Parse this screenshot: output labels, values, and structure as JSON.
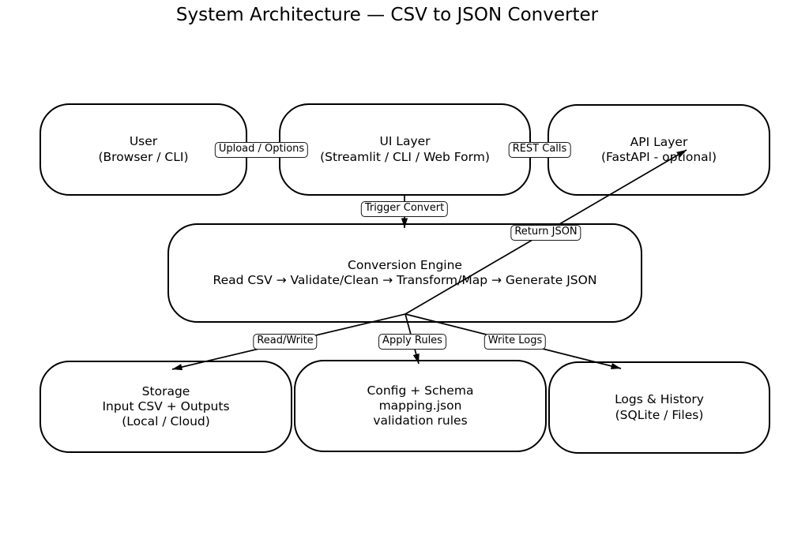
{
  "title": "System Architecture — CSV to JSON Converter",
  "nodes": {
    "user": {
      "line1": "User",
      "line2": "(Browser / CLI)"
    },
    "ui_layer": {
      "line1": "UI Layer",
      "line2": "(Streamlit / CLI / Web Form)"
    },
    "api_layer": {
      "line1": "API Layer",
      "line2": "(FastAPI - optional)"
    },
    "conversion_engine": {
      "line1": "Conversion Engine",
      "line2": "Read CSV → Validate/Clean → Transform/Map → Generate JSON"
    },
    "storage": {
      "line1": "Storage",
      "line2": "Input CSV + Outputs",
      "line3": "(Local / Cloud)"
    },
    "config": {
      "line1": "Config + Schema",
      "line2": "mapping.json",
      "line3": "validation rules"
    },
    "logs": {
      "line1": "Logs & History",
      "line2": "(SQLite / Files)"
    }
  },
  "edge_labels": {
    "upload_options": "Upload / Options",
    "rest_calls": "REST Calls",
    "trigger_convert": "Trigger Convert",
    "return_json": "Return JSON",
    "read_write": "Read/Write",
    "apply_rules": "Apply Rules",
    "write_logs": "Write Logs"
  },
  "colors": {
    "stroke": "#000000",
    "box_fill": "#ffffff",
    "background": "#ffffff",
    "text": "#000000"
  }
}
